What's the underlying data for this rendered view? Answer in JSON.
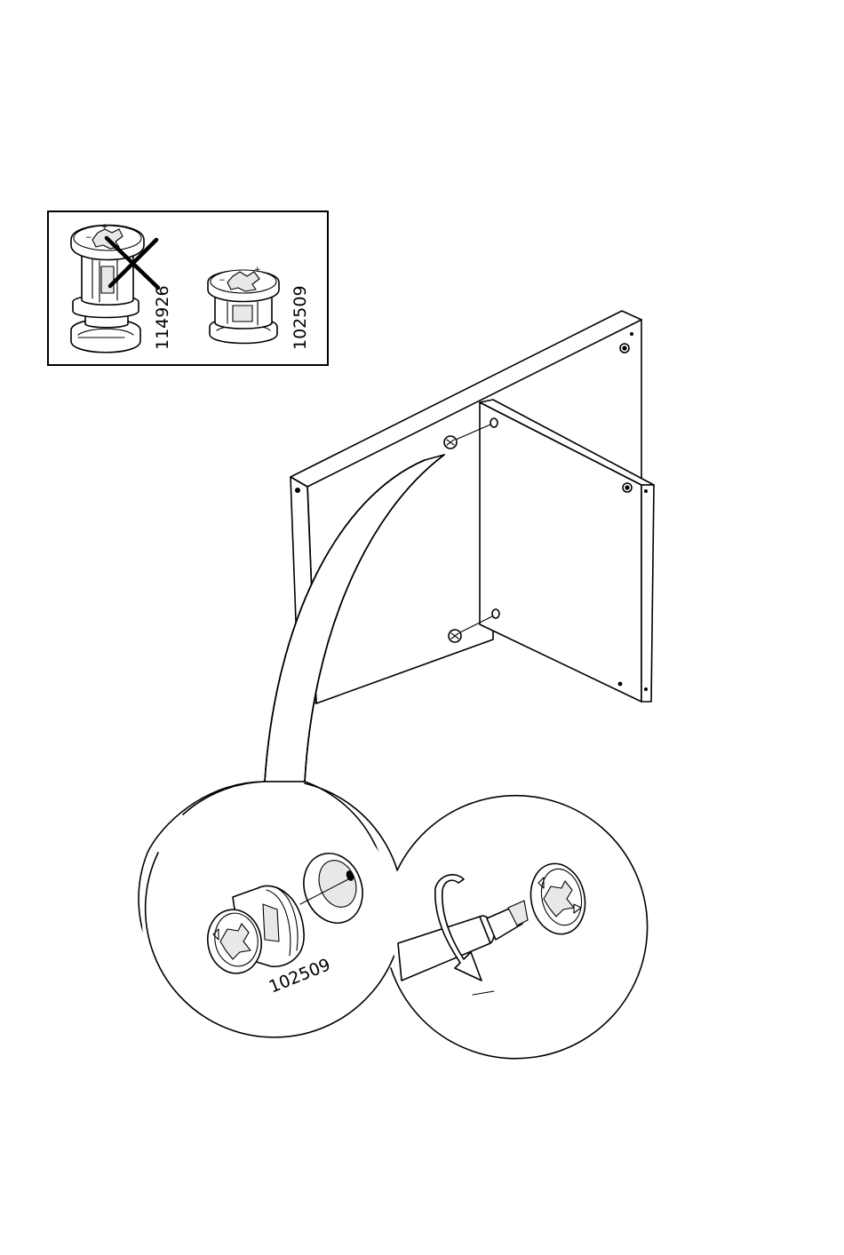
{
  "parts_box": {
    "wrong_part_number": "114926",
    "correct_part_number": "102509"
  },
  "detail_left": {
    "part_number": "102509"
  },
  "colors": {
    "line": "#000000",
    "background": "#ffffff",
    "shade": "#e8e8e8"
  },
  "icons": [
    "cam-lock-fitting-icon",
    "cross-out-icon",
    "screwdriver-icon",
    "rotation-arrow-icon"
  ]
}
